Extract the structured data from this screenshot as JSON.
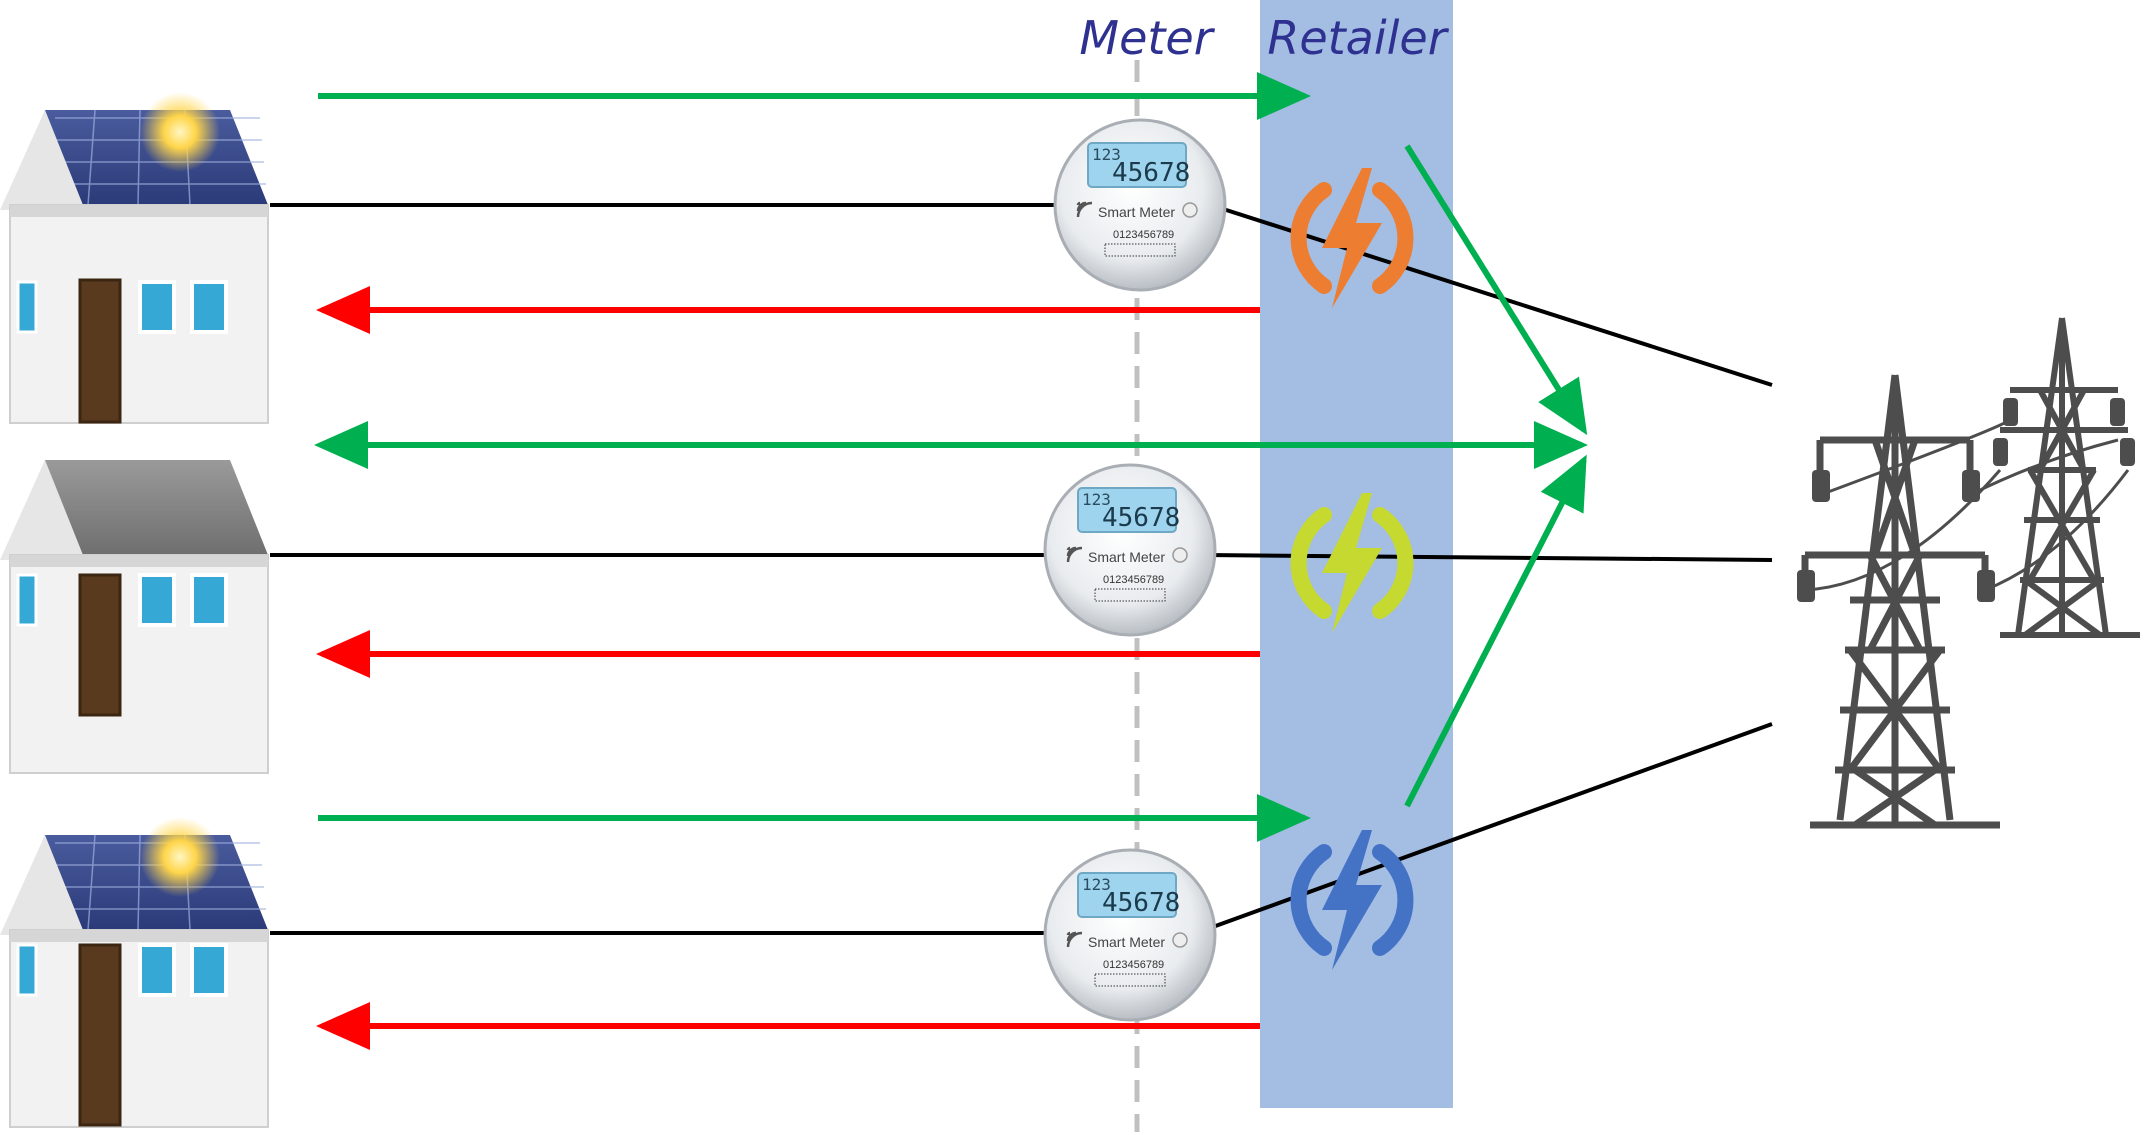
{
  "labels": {
    "meter": "Meter",
    "retailer": "Retailer"
  },
  "colors": {
    "import_arrow": "#ff0000",
    "export_arrow": "#00b050",
    "wire": "#000000",
    "retailer_band": "#a4bde3",
    "label_text": "#2e3190",
    "divider": "#c0c0c0",
    "tower": "#4d4d4d"
  },
  "houses": [
    {
      "solar": true
    },
    {
      "solar": false
    },
    {
      "solar": true
    }
  ],
  "meters": [
    {
      "top_digits": "123",
      "main_digits": "45678",
      "brand": "Smart Meter",
      "serial": "0123456789"
    },
    {
      "top_digits": "123",
      "main_digits": "45678",
      "brand": "Smart Meter",
      "serial": "0123456789"
    },
    {
      "top_digits": "123",
      "main_digits": "45678",
      "brand": "Smart Meter",
      "serial": "0123456789"
    }
  ],
  "retailers": [
    {
      "icon": "lightning-power-icon",
      "color": "#ed7d31"
    },
    {
      "icon": "lightning-power-icon",
      "color": "#c5d930"
    },
    {
      "icon": "lightning-power-icon",
      "color": "#4472c4"
    }
  ],
  "grid": {
    "icon": "transmission-tower-icon"
  }
}
